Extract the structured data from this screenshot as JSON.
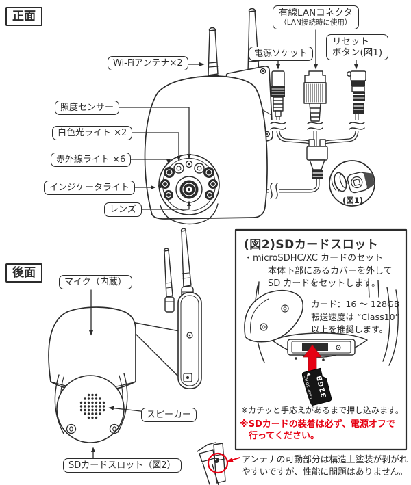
{
  "page": {
    "background": "#ffffff",
    "ink_color": "#2b2b2b",
    "accent_red": "#e60012"
  },
  "front": {
    "section_label": "正面",
    "wifi_antenna": "Wi-Fiアンテナ×2",
    "power_socket": "電源ソケット",
    "lan_connector": "有線LANコネクタ",
    "lan_connector_note": "（LAN接続時に使用）",
    "reset_button_line1": "リセット",
    "reset_button_line2": "ボタン(図1)",
    "illuminance_sensor": "照度センサー",
    "white_light": "白色光ライト ×2",
    "infrared_light": "赤外線ライト ×6",
    "indicator_light": "インジケータライト",
    "lens": "レンズ",
    "fig1_caption": "(図1)"
  },
  "rear": {
    "section_label": "後面",
    "microphone": "マイク（内蔵）",
    "speaker": "スピーカー",
    "sd_card_slot": "SDカードスロット（図2）"
  },
  "fig2": {
    "title": "(図2)SDカードスロット",
    "subtitle": "・microSDHC/XC カードのセット",
    "instruction_line1": "本体下部にあるカバーを外して",
    "instruction_line2": "SD カードをセットします。",
    "card_spec_line1": "カード：16 ～ 128GB",
    "card_spec_line2": "転送速度は “Class10”",
    "card_spec_line3": "以上を推奨します。",
    "sd_card_brand": "micro SD HC",
    "sd_card_capacity": "32GB",
    "note_push": "※カチッと手応えがあるまで押し込みます。",
    "warning_line1": "※SDカードの装着は必ず、電源オフで",
    "warning_line2": "行ってください。"
  },
  "footer": {
    "antenna_note_line1": "アンテナの可動部分は構造上塗装が剥がれ",
    "antenna_note_line2": "やすいですが、性能に問題はありません。"
  }
}
